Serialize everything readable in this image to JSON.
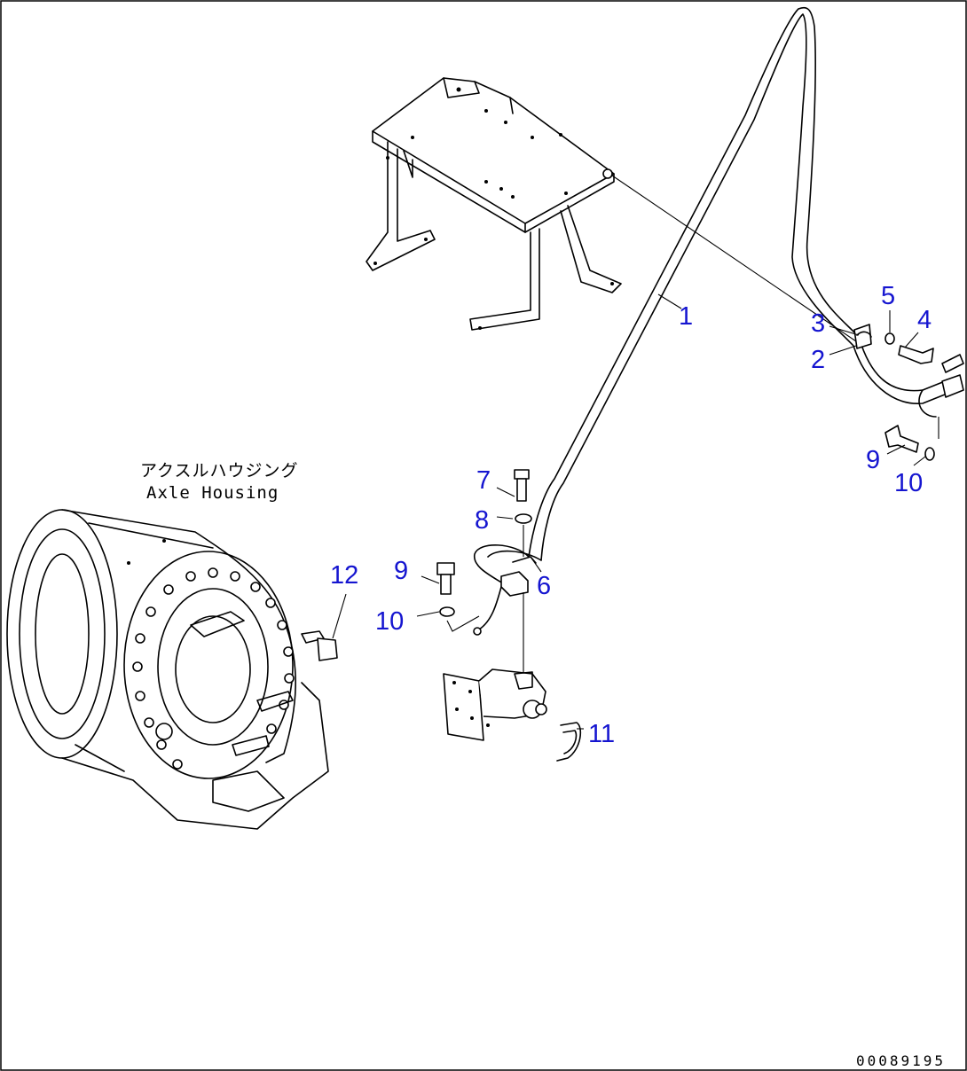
{
  "housing": {
    "label_jp": "アクスルハウジング",
    "label_en": "Axle Housing"
  },
  "drawing_code": "00089195",
  "parts": [
    {
      "id": "part-1",
      "num": "1"
    },
    {
      "id": "part-2",
      "num": "2"
    },
    {
      "id": "part-3",
      "num": "3"
    },
    {
      "id": "part-4",
      "num": "4"
    },
    {
      "id": "part-5",
      "num": "5"
    },
    {
      "id": "part-6",
      "num": "6"
    },
    {
      "id": "part-7",
      "num": "7"
    },
    {
      "id": "part-8",
      "num": "8"
    },
    {
      "id": "part-9a",
      "num": "9"
    },
    {
      "id": "part-9b",
      "num": "9"
    },
    {
      "id": "part-10a",
      "num": "10"
    },
    {
      "id": "part-10b",
      "num": "10"
    },
    {
      "id": "part-11",
      "num": "11"
    },
    {
      "id": "part-12",
      "num": "12"
    }
  ],
  "colors": {
    "label": "#1515d0",
    "line": "#000000",
    "background": "#ffffff"
  }
}
